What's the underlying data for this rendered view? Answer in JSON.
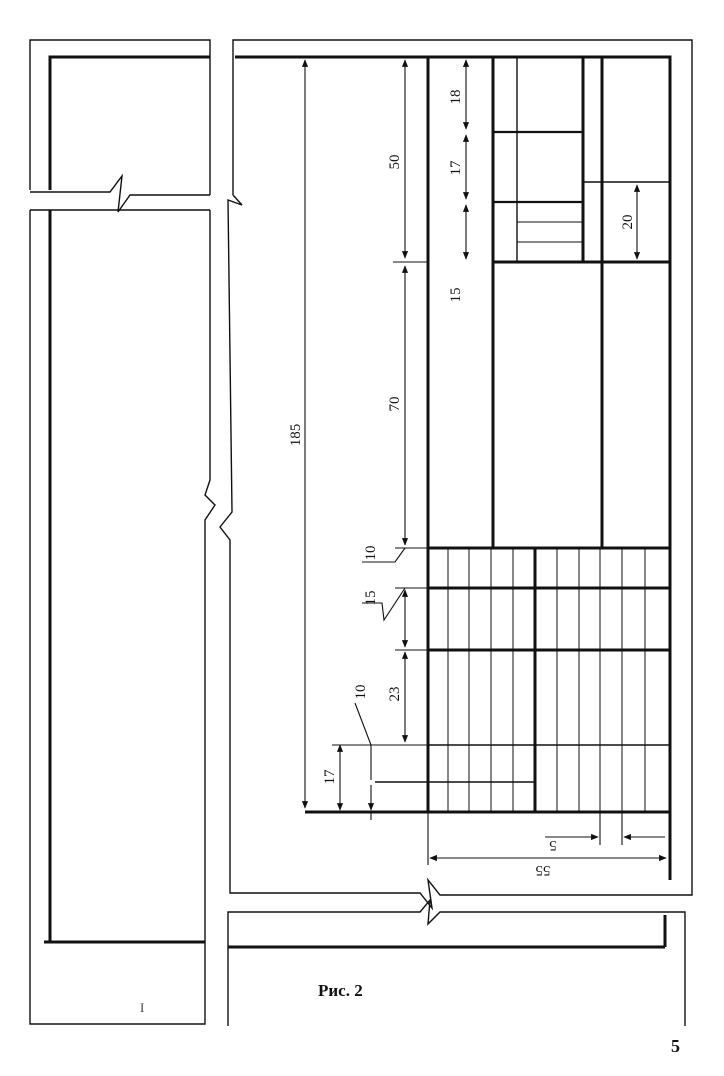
{
  "figure": {
    "caption": "Рис. 2",
    "page_number": "5",
    "stray_mark": "I"
  },
  "dimensions": {
    "total_height": "185",
    "top_block": "50",
    "row_18": "18",
    "row_17_upper": "17",
    "row_15_upper": "15",
    "middle_block": "70",
    "right_20": "20",
    "row_10_upper": "10",
    "row_15_lower": "15",
    "row_23": "23",
    "row_10_lower": "10",
    "row_17_lower": "17",
    "width_55": "55",
    "width_5": "5"
  },
  "colors": {
    "ink": "#111111",
    "paper": "#ffffff"
  }
}
